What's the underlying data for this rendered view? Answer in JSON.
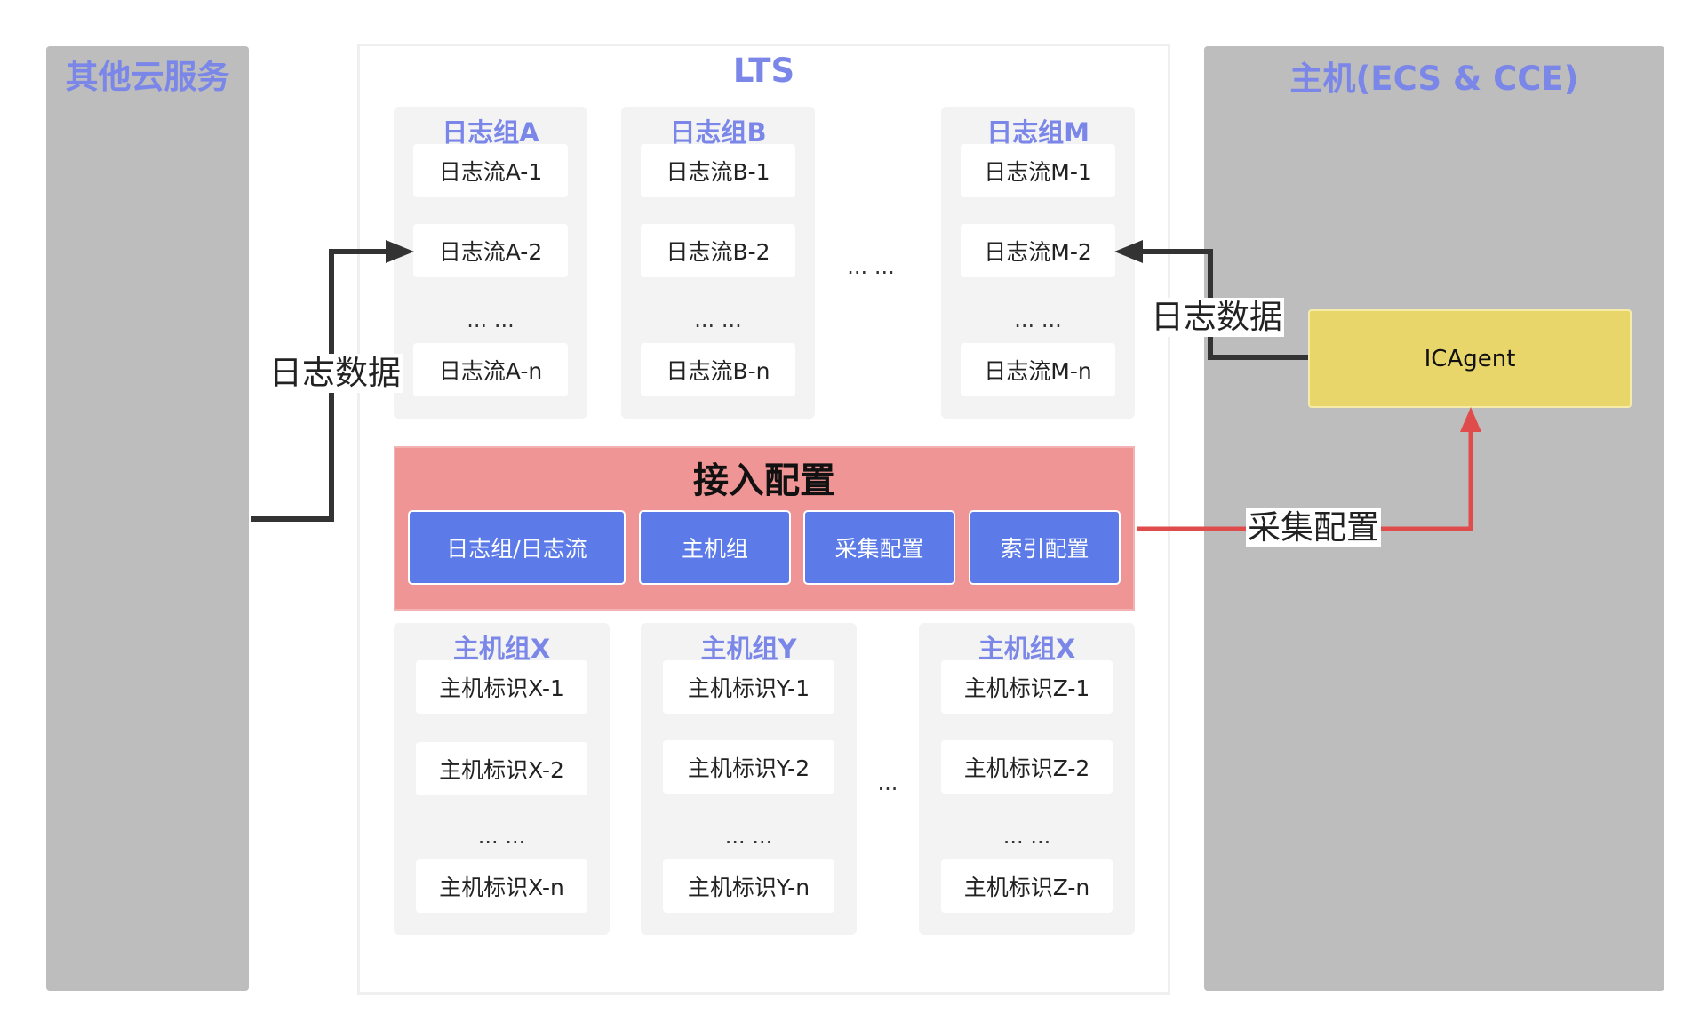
{
  "panels": {
    "other_cloud_title": "其他云服务",
    "lts_title": "LTS",
    "host_title": "主机(ECS & CCE)"
  },
  "log_groups": [
    {
      "title": "日志组A",
      "streams": [
        "日志流A-1",
        "日志流A-2",
        "日志流A-n"
      ],
      "ellipsis": "... ..."
    },
    {
      "title": "日志组B",
      "streams": [
        "日志流B-1",
        "日志流B-2",
        "日志流B-n"
      ],
      "ellipsis": "... ..."
    },
    {
      "title": "日志组M",
      "streams": [
        "日志流M-1",
        "日志流M-2",
        "日志流M-n"
      ],
      "ellipsis": "... ..."
    }
  ],
  "log_groups_gap_ellipsis": "... ...",
  "access_config": {
    "title": "接入配置",
    "buttons": [
      "日志组/日志流",
      "主机组",
      "采集配置",
      "索引配置"
    ]
  },
  "host_groups": [
    {
      "title": "主机组X",
      "hosts": [
        "主机标识X-1",
        "主机标识X-2",
        "主机标识X-n"
      ],
      "ellipsis": "... ..."
    },
    {
      "title": "主机组Y",
      "hosts": [
        "主机标识Y-1",
        "主机标识Y-2",
        "主机标识Y-n"
      ],
      "ellipsis": "... ..."
    },
    {
      "title": "主机组X",
      "hosts": [
        "主机标识Z-1",
        "主机标识Z-2",
        "主机标识Z-n"
      ],
      "ellipsis": "... ..."
    }
  ],
  "host_groups_gap_ellipsis": "...",
  "icagent": "ICAgent",
  "edges": {
    "left_label": "日志数据",
    "right_label": "日志数据",
    "collect_label": "采集配置"
  },
  "colors": {
    "panel_gray": "#bdbdbd",
    "title_blue": "#7a86e8",
    "access_red": "#f09595",
    "button_blue": "#5c7be8",
    "icagent_yellow": "#e8d66a",
    "collect_arrow_red": "#e04b4b",
    "data_arrow_dark": "#333333"
  }
}
